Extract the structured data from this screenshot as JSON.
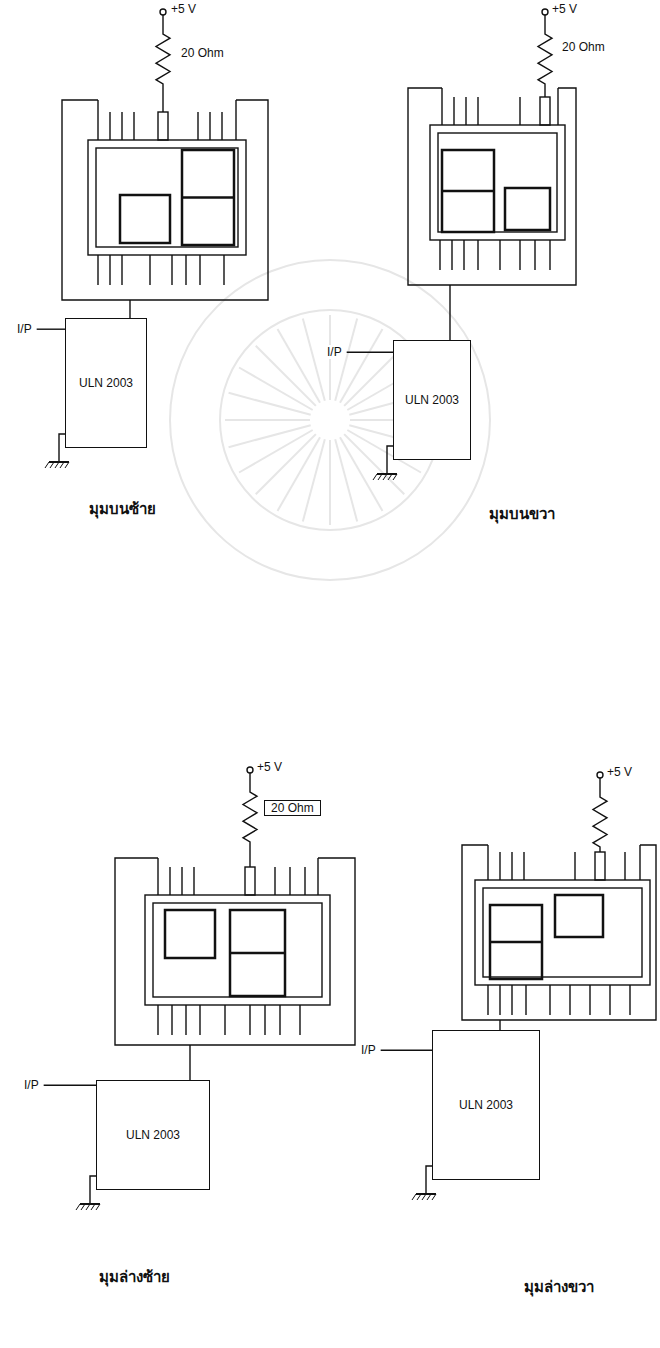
{
  "diagram": {
    "nodes": [
      {
        "text": [
          "ULN 2003"
        ]
      },
      {
        "text": [
          "ULN 2003"
        ]
      },
      {
        "text": [
          "ULN 2003"
        ]
      },
      {
        "text": [
          "ULN 2003"
        ]
      }
    ],
    "labels": [
      "+5 V",
      "20 Ohm",
      "I/P",
      "มุมบนซ้าย",
      "+5 V",
      "20 Ohm",
      "I/P",
      "มุมบนขวา",
      "+5 V",
      "20 Ohm",
      "I/P",
      "มุมล่างซ้าย",
      "+5 V",
      "I/P",
      "มุมล่างขวา"
    ]
  }
}
